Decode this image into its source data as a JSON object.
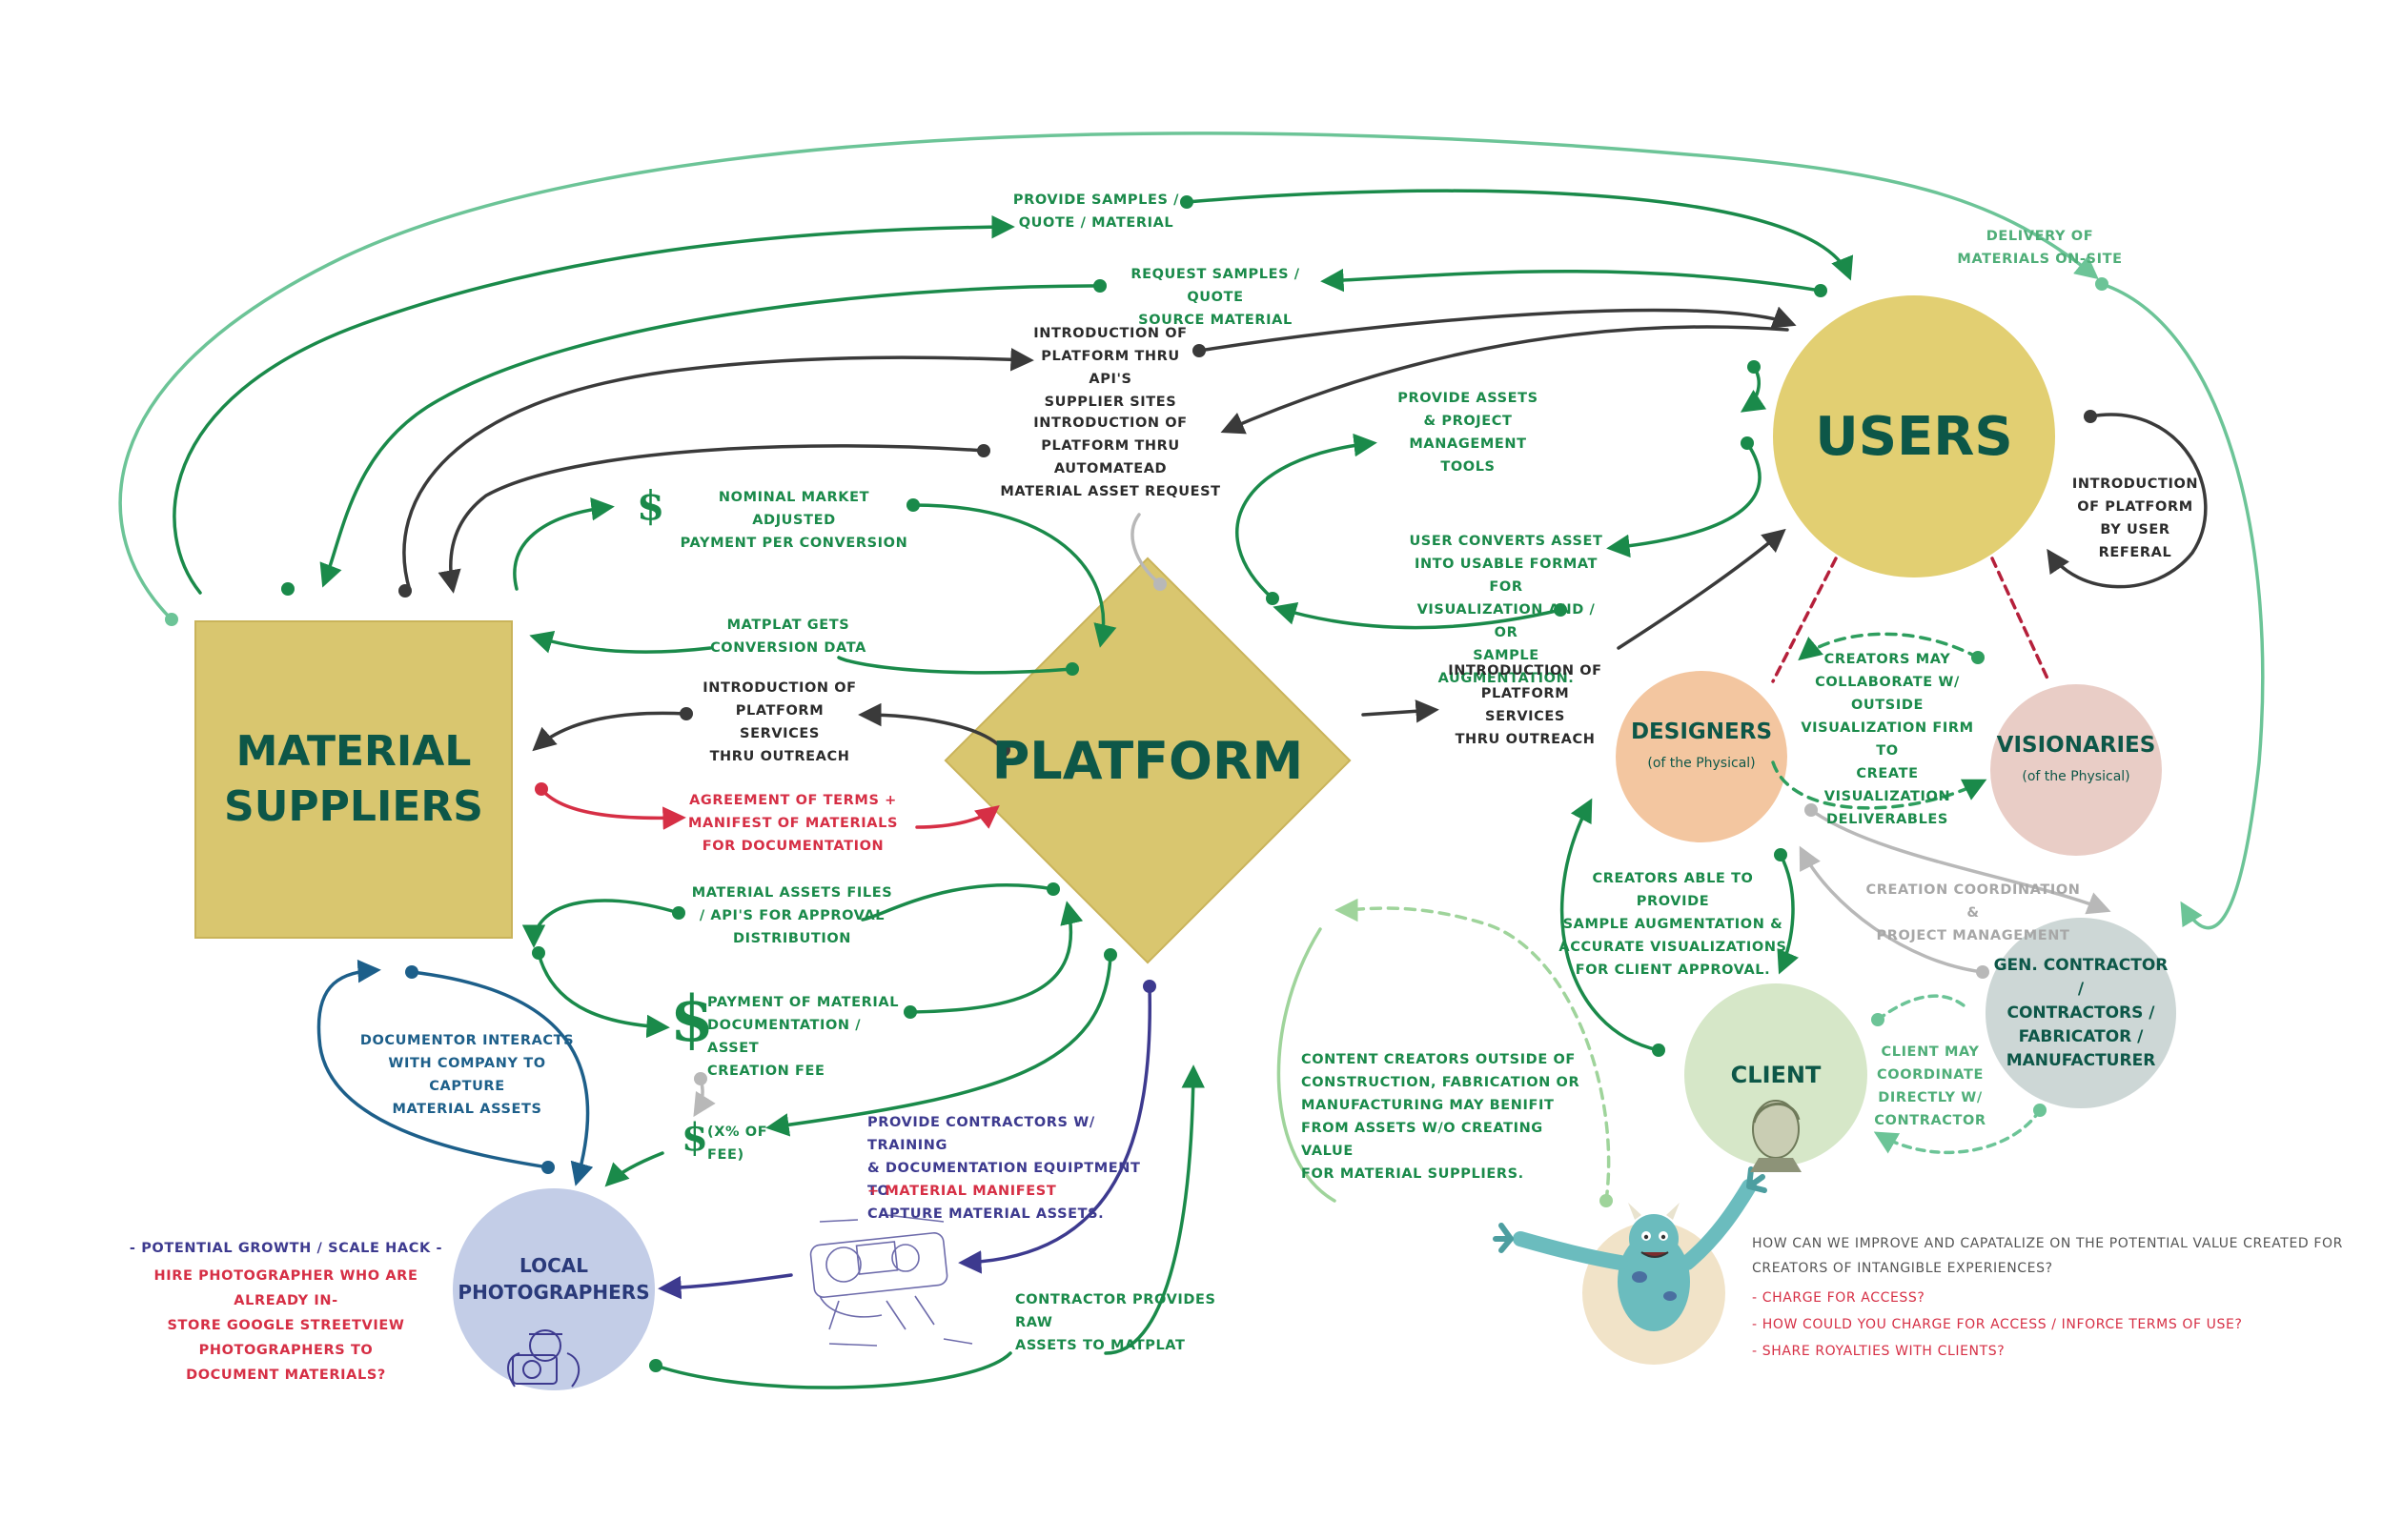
{
  "nodes": {
    "material_suppliers": "MATERIAL\nSUPPLIERS",
    "platform": "PLATFORM",
    "users": "USERS",
    "designers": "DESIGNERS",
    "designers_sub": "(of the Physical)",
    "visionaries": "VISIONARIES",
    "visionaries_sub": "(of the Physical)",
    "client": "CLIENT",
    "gen_contractor": "GEN. CONTRACTOR /\nCONTRACTORS /\nFABRICATOR /\nMANUFACTURER",
    "local_photographers": "LOCAL\nPHOTOGRAPHERS"
  },
  "labels": {
    "provide_samples": "PROVIDE SAMPLES /\nQUOTE / MATERIAL",
    "request_samples": "REQUEST SAMPLES / QUOTE\nSOURCE MATERIAL",
    "intro_api": "INTRODUCTION OF\nPLATFORM THRU API'S\nSUPPLIER SITES",
    "intro_automated": "INTRODUCTION OF\nPLATFORM THRU AUTOMATEAD\nMATERIAL ASSET REQUEST",
    "provide_assets": "PROVIDE ASSETS\n& PROJECT MANAGEMENT\nTOOLS",
    "delivery": "DELIVERY OF\nMATERIALS ON-SITE",
    "nominal_payment": "NOMINAL MARKET ADJUSTED\nPAYMENT PER CONVERSION",
    "user_converts": "USER CONVERTS ASSET\nINTO USABLE FORMAT FOR\nVISUALIZATION AND / OR\nSAMPLE AUGMENTATION.",
    "intro_referral": "INTRODUCTION\nOF PLATFORM\nBY USER REFERAL",
    "matplat_conversion": "MATPLAT GETS\nCONVERSION DATA",
    "intro_services_left": "INTRODUCTION OF\nPLATFORM SERVICES\nTHRU OUTREACH",
    "intro_services_right": "INTRODUCTION OF\nPLATFORM SERVICES\nTHRU OUTREACH",
    "creators_collaborate": "CREATORS MAY\nCOLLABORATE W/ OUTSIDE\nVISUALIZATION FIRM TO\nCREATE VISUALIZATION\nDELIVERABLES",
    "agreement": "AGREEMENT OF TERMS +\nMANIFEST OF MATERIALS\nFOR DOCUMENTATION",
    "creators_able": "CREATORS ABLE TO PROVIDE\nSAMPLE AUGMENTATION &\nACCURATE VISUALIZATIONS\nFOR CLIENT APPROVAL.",
    "creation_coordination": "CREATION COORDINATION &\nPROJECT MANAGEMENT",
    "material_files": "MATERIAL ASSETS FILES\n/ API'S FOR APPROVAL\nDISTRIBUTION",
    "payment_documentation": "PAYMENT OF MATERIAL\nDOCUMENTATION / ASSET\nCREATION FEE",
    "documentor_interacts": "DOCUMENTOR INTERACTS\nWITH COMPANY TO CAPTURE\nMATERIAL ASSETS",
    "content_creators": "CONTENT CREATORS OUTSIDE OF\nCONSTRUCTION, FABRICATION OR\nMANUFACTURING MAY BENIFIT\nFROM ASSETS W/O CREATING VALUE\nFOR MATERIAL SUPPLIERS.",
    "client_coordinate": "CLIENT MAY\nCOORDINATE\nDIRECTLY W/\nCONTRACTOR",
    "fee_percent": "(X% OF\nFEE)",
    "provide_contractors": "PROVIDE CONTRACTORS W/ TRAINING\n& DOCUMENTATION EQUIPTMENT TO\nCAPTURE MATERIAL ASSETS.",
    "material_manifest": "+ MATERIAL MANIFEST",
    "contractor_raw": "CONTRACTOR PROVIDES RAW\nASSETS TO MATPLAT",
    "growth_title": "- POTENTIAL GROWTH / SCALE HACK -",
    "growth_body": "HIRE PHOTOGRAPHER WHO ARE ALREADY IN-\nSTORE GOOGLE STREETVIEW PHOTOGRAPHERS TO\nDOCUMENT MATERIALS?"
  },
  "dollar_signs": [
    "$",
    "$",
    "$"
  ],
  "questions": {
    "intro": "HOW CAN WE IMPROVE AND CAPATALIZE ON THE POTENTIAL VALUE CREATED FOR\nCREATORS OF INTANGIBLE EXPERIENCES?",
    "items": [
      "- CHARGE FOR ACCESS?",
      "- HOW COULD YOU CHARGE FOR ACCESS / INFORCE TERMS OF USE?",
      "- SHARE ROYALTIES WITH CLIENTS?"
    ]
  },
  "colors": {
    "green": "#1a8a4a",
    "dark": "#3a3a3a",
    "red": "#d62f45",
    "blue": "#1d5f8a",
    "light_green": "#6cc497",
    "grey": "#b8b8b8",
    "purple": "#3d3a8f",
    "kraft": "#d9c66f"
  }
}
